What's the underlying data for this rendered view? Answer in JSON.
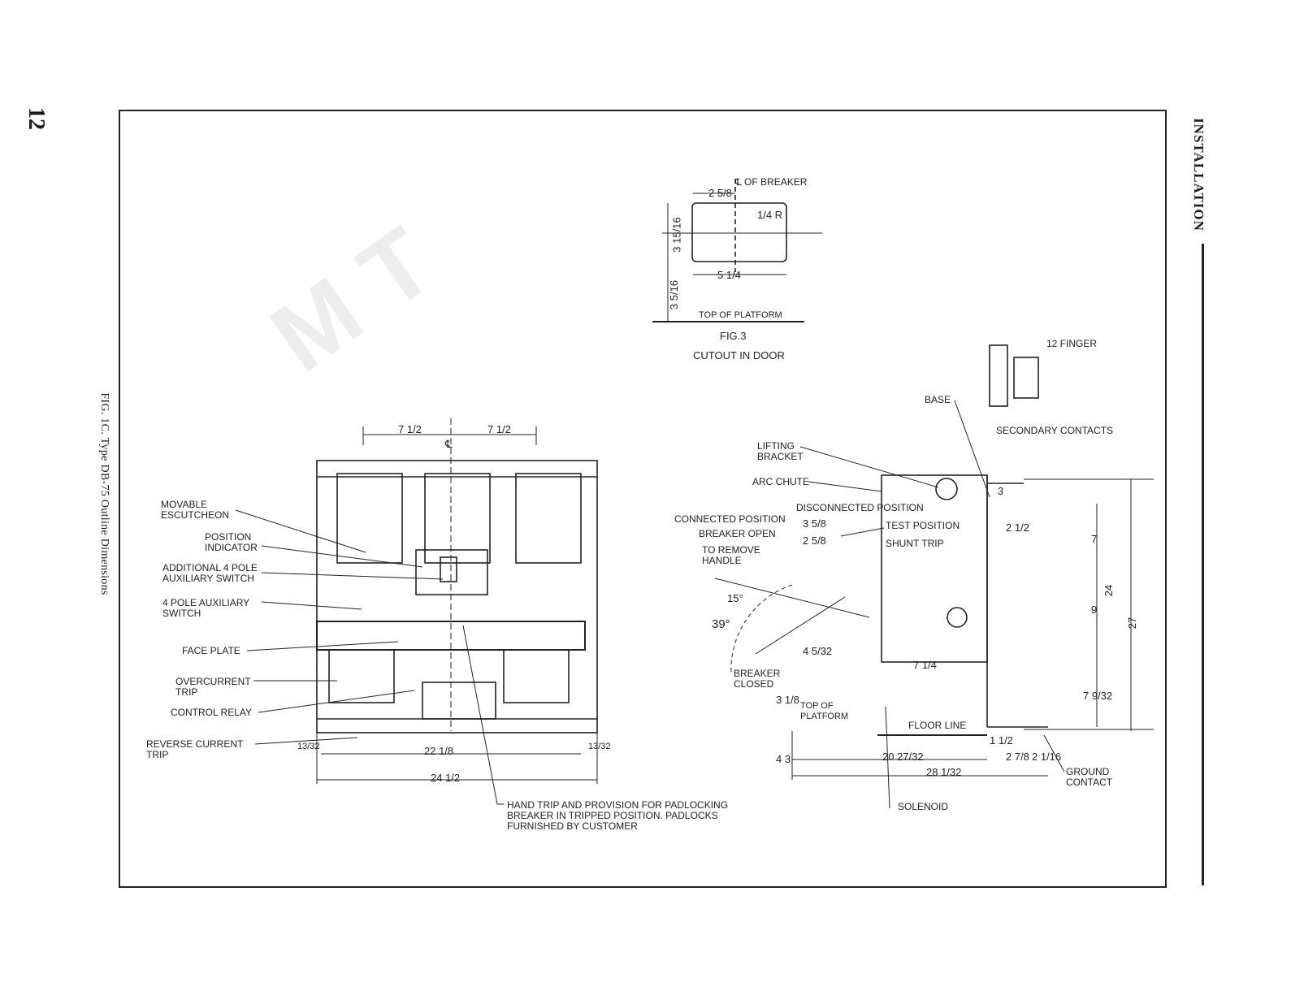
{
  "page": {
    "number": "12",
    "side_caption": "FIG. 1C. Type DB-75 Outline Dimensions",
    "section_title": "INSTALLATION"
  },
  "fig3": {
    "title": "FIG.3",
    "subtitle": "CUTOUT IN DOOR",
    "labels": {
      "centerline": "℄ OF BREAKER",
      "top_platform": "TOP OF PLATFORM"
    },
    "dims": {
      "offset": "2 5/8",
      "radius": "1/4 R",
      "height": "3 15/16",
      "width": "5 1/4",
      "to_platform": "3 5/16"
    }
  },
  "front_view": {
    "labels": {
      "movable_escutcheon": "MOVABLE\nESCUTCHEON",
      "position_indicator": "POSITION\nINDICATOR",
      "additional_aux": "ADDITIONAL 4 POLE\nAUXILIARY SWITCH",
      "aux_switch": "4 POLE AUXILIARY\nSWITCH",
      "face_plate": "FACE PLATE",
      "overcurrent_trip": "OVERCURRENT\nTRIP",
      "control_relay": "CONTROL RELAY",
      "reverse_current_trip": "REVERSE CURRENT\nTRIP",
      "hand_trip": "HAND TRIP AND PROVISION FOR PADLOCKING\nBREAKER IN TRIPPED POSITION. PADLOCKS\nFURNISHED BY CUSTOMER"
    },
    "dims": {
      "left_pitch": "7 1/2",
      "right_pitch": "7 1/2",
      "centerline": "℄",
      "inner_width": "22 1/8",
      "overall_width": "24 1/2",
      "left_offset": "13/32",
      "right_offset": "13/32"
    }
  },
  "side_view": {
    "labels": {
      "finger": "12 FINGER",
      "base": "BASE",
      "secondary_contacts": "SECONDARY CONTACTS",
      "lifting_bracket": "LIFTING\nBRACKET",
      "arc_chute": "ARC CHUTE",
      "disconnected": "DISCONNECTED POSITION",
      "connected": "CONNECTED POSITION",
      "breaker_open": "BREAKER OPEN",
      "test_position": "TEST POSITION",
      "shunt_trip": "SHUNT TRIP",
      "remove_handle": "TO REMOVE\nHANDLE",
      "breaker_closed": "BREAKER\nCLOSED",
      "top_platform": "TOP OF\nPLATFORM",
      "floor_line": "FLOOR LINE",
      "ground_contact": "GROUND\nCONTACT",
      "solenoid": "SOLENOID"
    },
    "dims": {
      "angle_15": "15°",
      "angle_39": "39°",
      "d_3_5_8": "3 5/8",
      "d_2_5_8": "2 5/8",
      "d_7": "7",
      "d_9": "9",
      "d_24": "24",
      "d_27": "27",
      "d_3": "3",
      "d_2_1_2": "2 1/2",
      "d_7_9_32": "7 9/32",
      "d_7_1_4": "7 1/4",
      "d_4_5_32": "4 5/32",
      "d_20": "20 27/32",
      "d_28": "28 1/32",
      "d_2_7_8": "2 7/8",
      "d_2_1_16": "2 1/16",
      "d_4_3": "4 3",
      "d_1_1_2": "1 1/2",
      "d_3_1_8": "3 1/8"
    }
  }
}
